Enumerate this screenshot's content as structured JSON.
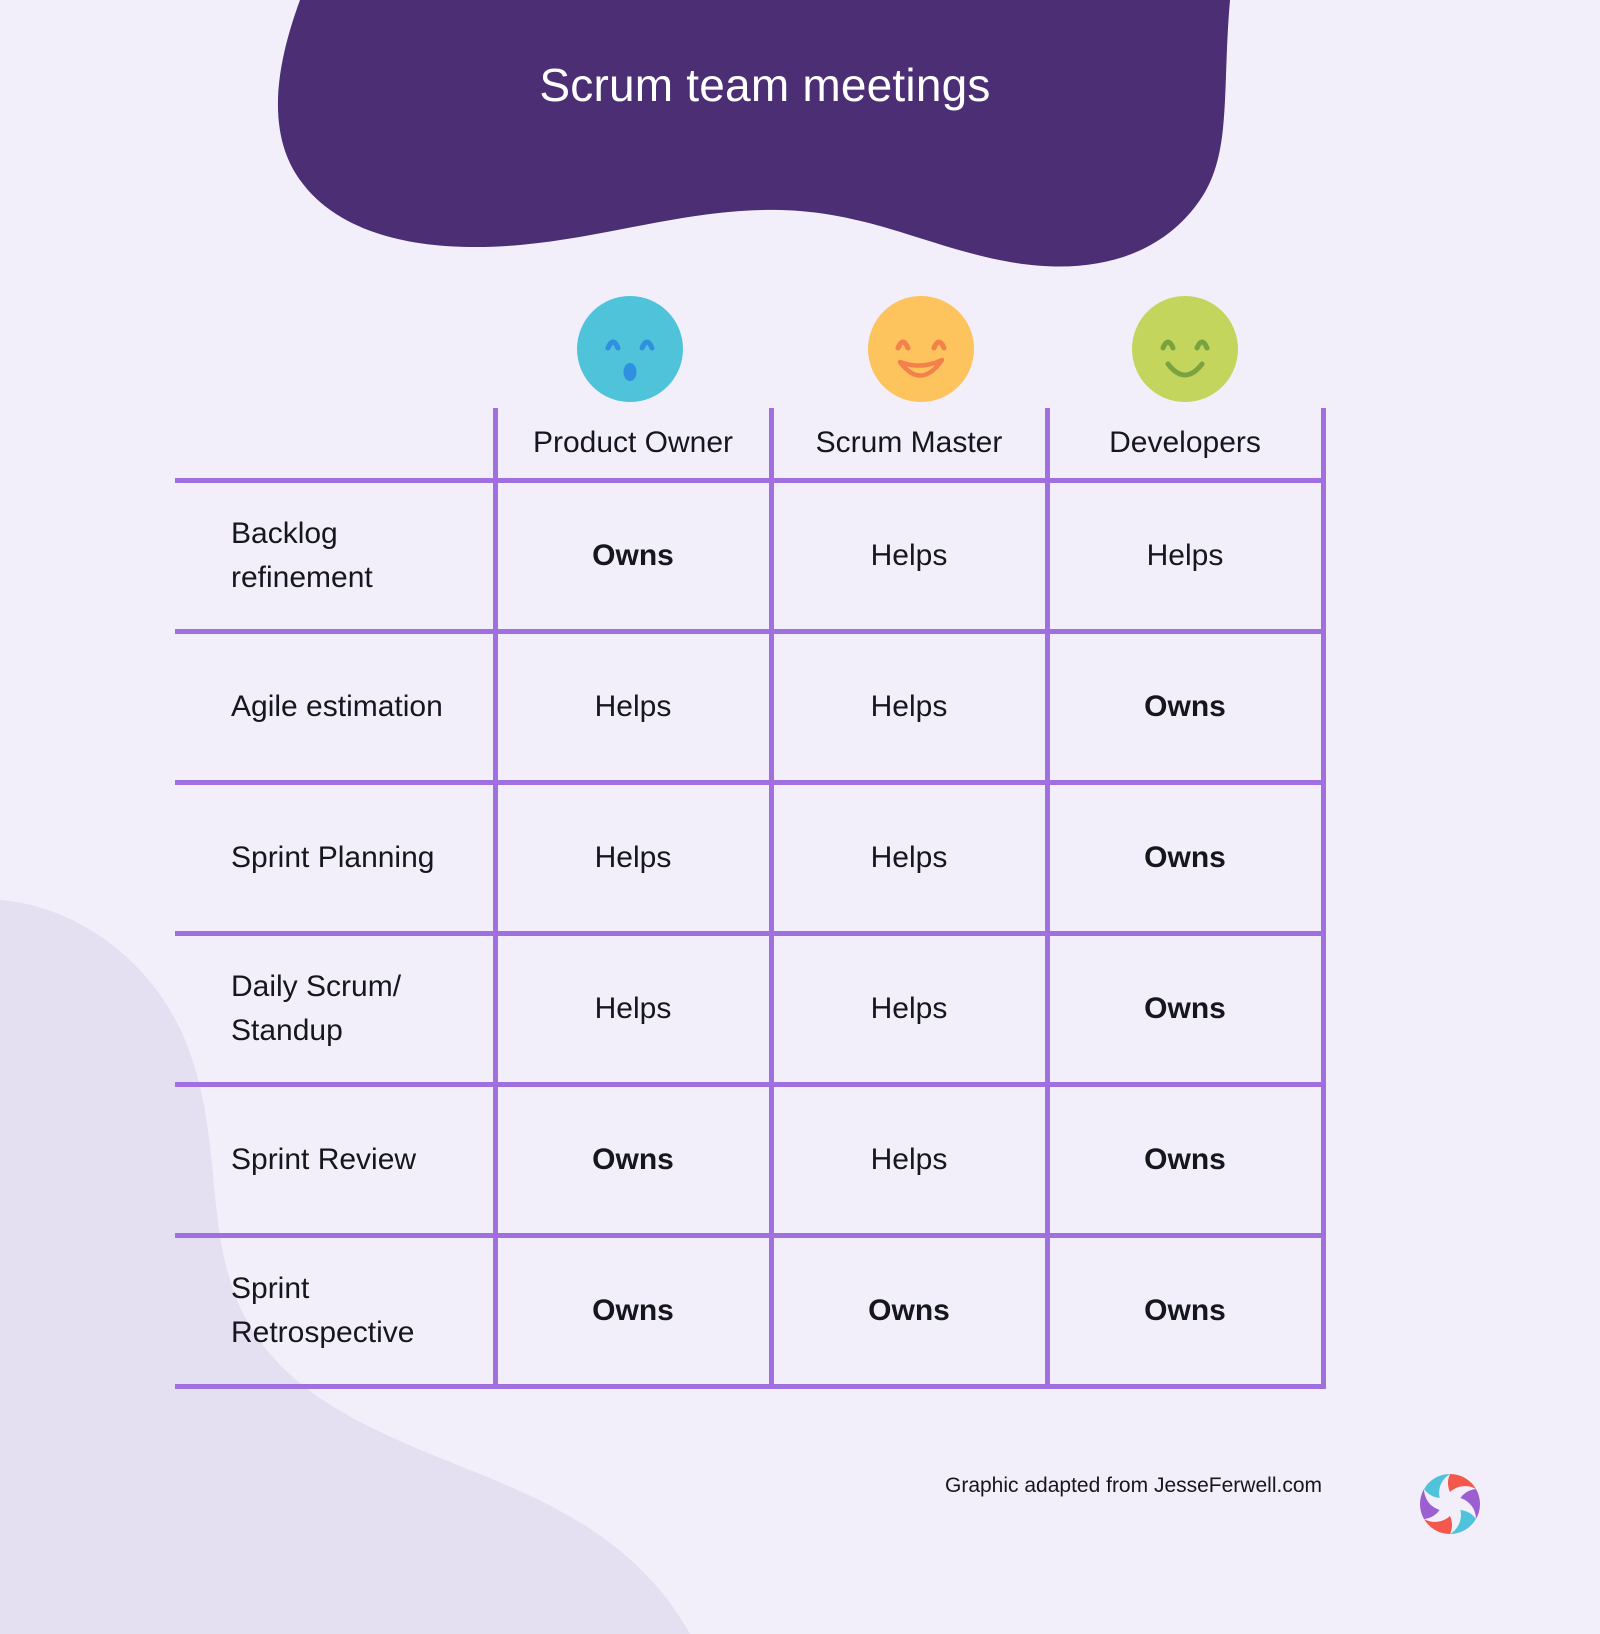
{
  "title": "Scrum team meetings",
  "theme": {
    "background": "#f2effa",
    "header_blob": "#4b2e73",
    "grid_line": "#a06fe0",
    "owns_color": "#54bb82",
    "helps_color": "#f2437f",
    "text_color": "#16161d",
    "corner_blob": "#e3dff0"
  },
  "avatars": [
    {
      "name": "product-owner-face",
      "fill": "#4ec3d9",
      "stroke": "#2f8fe0",
      "expression": "surprised"
    },
    {
      "name": "scrum-master-face",
      "fill": "#fdc35c",
      "stroke": "#f4804b",
      "expression": "open-smile"
    },
    {
      "name": "developers-face",
      "fill": "#c3d55c",
      "stroke": "#7aa33f",
      "expression": "smile"
    }
  ],
  "table": {
    "row_header_label": "",
    "columns": [
      "Product Owner",
      "Scrum Master",
      "Developers"
    ],
    "rows": [
      {
        "label": "Backlog refinement",
        "values": [
          "Owns",
          "Helps",
          "Helps"
        ]
      },
      {
        "label": "Agile estimation",
        "values": [
          "Helps",
          "Helps",
          "Owns"
        ]
      },
      {
        "label": "Sprint Planning",
        "values": [
          "Helps",
          "Helps",
          "Owns"
        ]
      },
      {
        "label": "Daily Scrum/ Standup",
        "values": [
          "Helps",
          "Helps",
          "Owns"
        ]
      },
      {
        "label": "Sprint Review",
        "values": [
          "Owns",
          "Helps",
          "Owns"
        ]
      },
      {
        "label": "Sprint Retrospective",
        "values": [
          "Owns",
          "Owns",
          "Owns"
        ]
      }
    ]
  },
  "attribution": "Graphic adapted from JesseFerwell.com",
  "logo": {
    "name": "pinwheel-logo",
    "colors": [
      "#f4584c",
      "#9b5fd0",
      "#4ec3d9"
    ]
  }
}
